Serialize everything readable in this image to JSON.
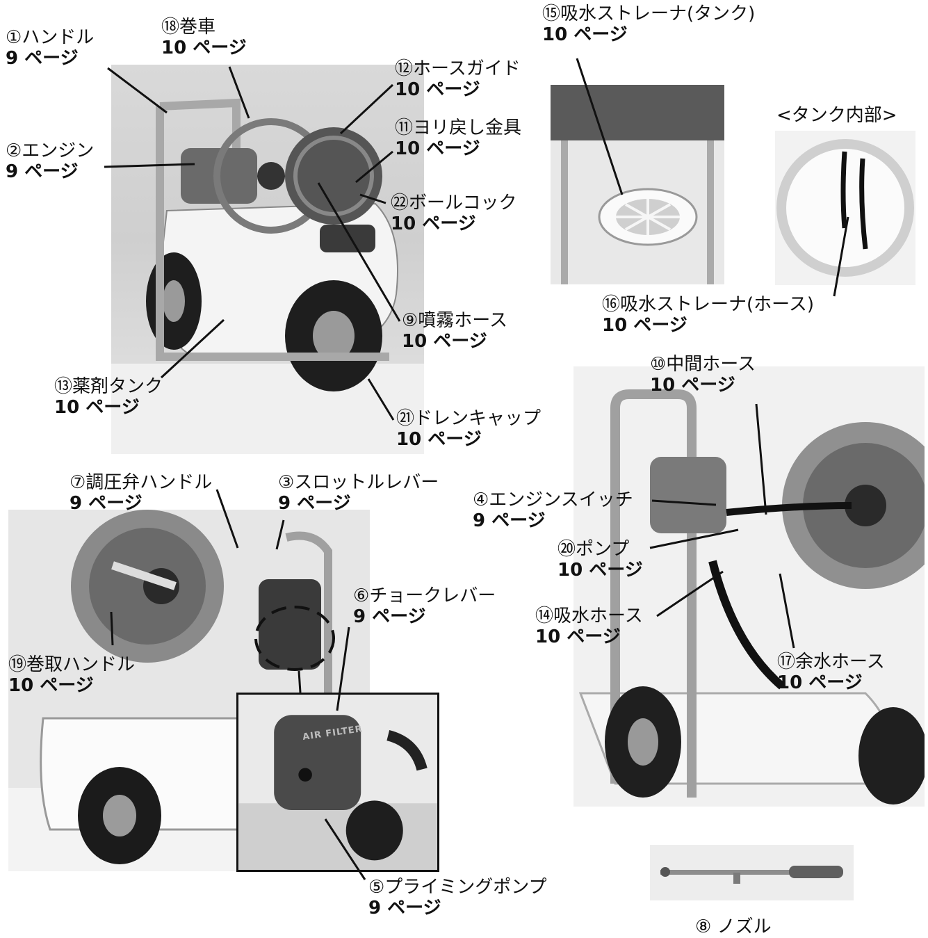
{
  "labels": {
    "handle": {
      "name": "①ハンドル",
      "page": "9 ページ"
    },
    "reel": {
      "name": "⑱巻車",
      "page": "10 ページ"
    },
    "hose_guide": {
      "name": "⑫ホースガイド",
      "page": "10 ページ"
    },
    "engine": {
      "name": "②エンジン",
      "page": "9 ページ"
    },
    "swivel": {
      "name": "⑪ヨリ戻し金具",
      "page": "10 ページ"
    },
    "ball_cock": {
      "name": "㉒ボールコック",
      "page": "10 ページ"
    },
    "spray_hose": {
      "name": "⑨噴霧ホース",
      "page": "10 ページ"
    },
    "tank": {
      "name": "⑬薬剤タンク",
      "page": "10 ページ"
    },
    "drain_cap": {
      "name": "㉑ドレンキャップ",
      "page": "10 ページ"
    },
    "strainer_tank": {
      "name": "⑮吸水ストレーナ(タンク)",
      "page": "10 ページ"
    },
    "tank_inside": {
      "name": "<タンク内部>"
    },
    "strainer_hose": {
      "name": "⑯吸水ストレーナ(ホース)",
      "page": "10 ページ"
    },
    "middle_hose": {
      "name": "⑩中間ホース",
      "page": "10 ページ"
    },
    "pressure_handle": {
      "name": "⑦調圧弁ハンドル",
      "page": "9 ページ"
    },
    "throttle": {
      "name": "③スロットルレバー",
      "page": "9 ページ"
    },
    "engine_switch": {
      "name": "④エンジンスイッチ",
      "page": "9 ページ"
    },
    "pump": {
      "name": "⑳ポンプ",
      "page": "10 ページ"
    },
    "choke": {
      "name": "⑥チョークレバー",
      "page": "9 ページ"
    },
    "suction_hose": {
      "name": "⑭吸水ホース",
      "page": "10 ページ"
    },
    "winding_handle": {
      "name": "⑲巻取ハンドル",
      "page": "10 ページ"
    },
    "overflow_hose": {
      "name": "⑰余水ホース",
      "page": "10 ページ"
    },
    "priming": {
      "name": "⑤プライミングポンプ",
      "page": "9 ページ"
    },
    "nozzle": {
      "name": "⑧ ノズル"
    }
  },
  "air_filter_text": "AIR FILTER"
}
